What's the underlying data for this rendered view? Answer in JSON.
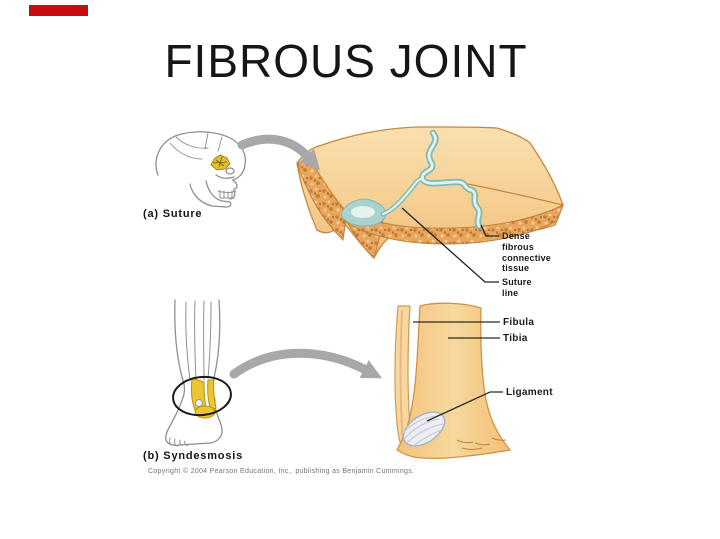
{
  "title": "FIBROUS JOINT",
  "marker": {
    "color": "#c60c0e"
  },
  "figure_a": {
    "caption": "(a) Suture",
    "labels": {
      "dense_fibrous": "Dense\nfibrous\nconnective\ntissue",
      "suture_line": "Suture\nline"
    }
  },
  "figure_b": {
    "caption": "(b) Syndesmosis",
    "labels": {
      "fibula": "Fibula",
      "tibia": "Tibia",
      "ligament": "Ligament"
    }
  },
  "footer": {
    "copyright": "Copyright © 2004 Pearson Education, Inc., publishing as Benjamin Cummings."
  },
  "illustrations": {
    "skull": "skull-with-highlighted-suture",
    "suture_block": "cranial-bone-cross-section",
    "leg": "lower-leg-ankle-circled",
    "tibia_fibula": "tibia-fibula-ligament"
  },
  "colors": {
    "bone_surface": "#fae0b0",
    "bone_shadow": "#f3c583",
    "bone_edge": "#c8863f",
    "spongy_bone": "#e7a65c",
    "spongy_dot": "#c77c3a",
    "suture_tissue": "#8fc7c0",
    "suture_core": "#e6f2f0",
    "highlight_yellow": "#e9c832",
    "ligament_white": "#eceef4",
    "arrow_gray": "#a8a8a8",
    "outline_gray": "#8f8f8f",
    "label_black": "#1a1a1a",
    "red_marker": "#c60c0e"
  }
}
